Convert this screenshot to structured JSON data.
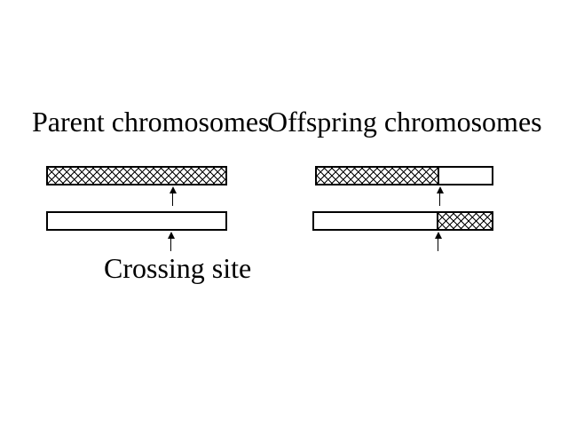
{
  "canvas": {
    "background_color": "#ffffff",
    "ink_color": "#000000"
  },
  "titles": {
    "parent": "Parent chromosomes",
    "offspring": "Offspring chromosomes"
  },
  "labels": {
    "crossing_site": "Crossing site"
  },
  "diagram": {
    "type": "single-point-crossover",
    "crossing_site_fraction": 0.7,
    "patterns": {
      "hatched": "crosshatch",
      "plain": "white"
    },
    "parent_chromosomes": [
      {
        "name": "parent-1",
        "segments": [
          {
            "pattern": "crosshatch",
            "fraction": 1
          }
        ]
      },
      {
        "name": "parent-2",
        "segments": [
          {
            "pattern": "plain",
            "fraction": 1
          }
        ]
      }
    ],
    "offspring_chromosomes": [
      {
        "name": "offspring-1",
        "segments": [
          {
            "pattern": "crosshatch",
            "fraction": 0.7
          },
          {
            "pattern": "plain",
            "fraction": 0.3
          }
        ]
      },
      {
        "name": "offspring-2",
        "segments": [
          {
            "pattern": "plain",
            "fraction": 0.7
          },
          {
            "pattern": "crosshatch",
            "fraction": 0.3
          }
        ]
      }
    ]
  }
}
